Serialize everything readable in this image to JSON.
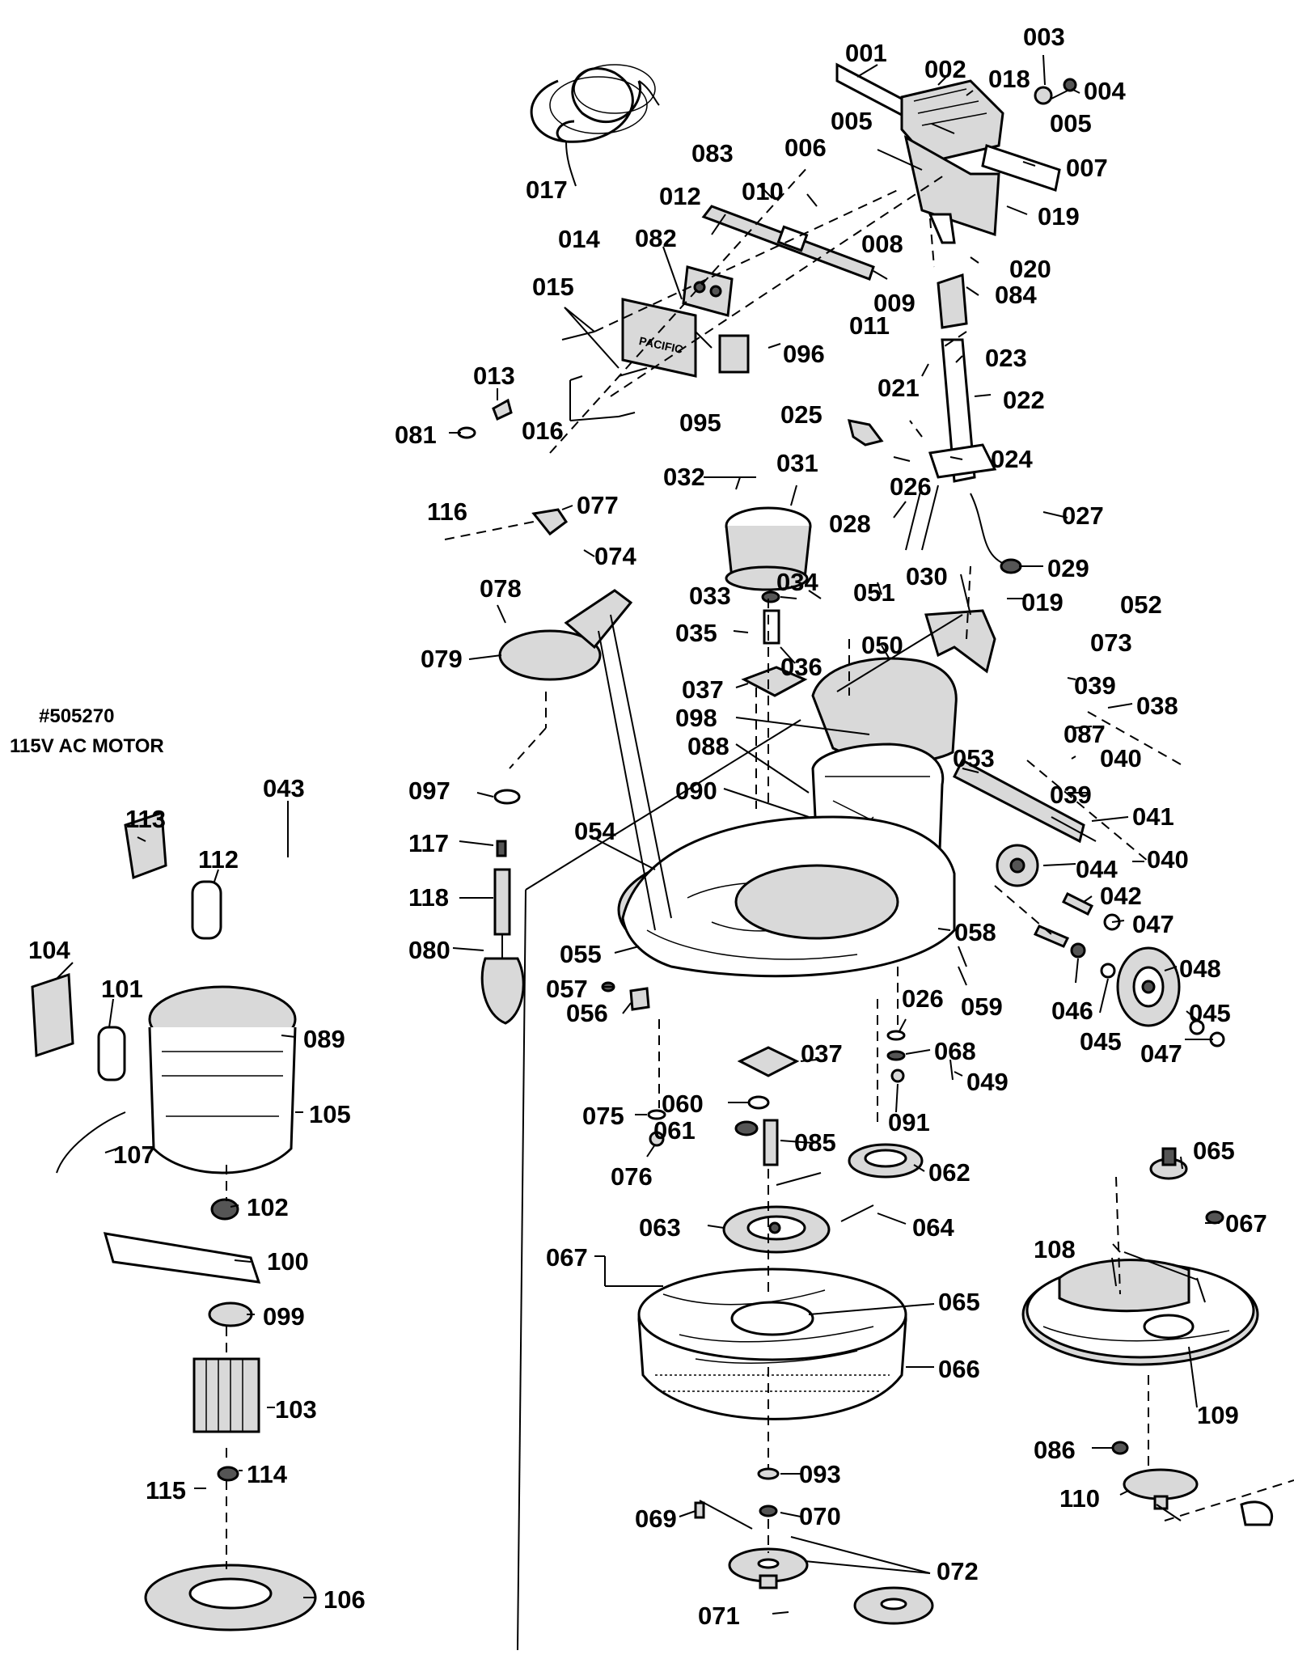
{
  "motor_title": {
    "part_number": "#505270",
    "description": "115V AC MOTOR"
  },
  "labels": {
    "l001": "001",
    "l002": "002",
    "l003": "003",
    "l004": "004",
    "l005a": "005",
    "l005b": "005",
    "l006": "006",
    "l007": "007",
    "l008": "008",
    "l009": "009",
    "l010": "010",
    "l011": "011",
    "l012": "012",
    "l013": "013",
    "l014": "014",
    "l015": "015",
    "l016": "016",
    "l017": "017",
    "l018": "018",
    "l019a": "019",
    "l019b": "019",
    "l020": "020",
    "l021": "021",
    "l022": "022",
    "l023": "023",
    "l024": "024",
    "l025": "025",
    "l026a": "026",
    "l026b": "026",
    "l027": "027",
    "l028": "028",
    "l029": "029",
    "l030": "030",
    "l031": "031",
    "l032": "032",
    "l033": "033",
    "l034": "034",
    "l035": "035",
    "l036": "036",
    "l037a": "037",
    "l037b": "037",
    "l038": "038",
    "l039a": "039",
    "l039b": "039",
    "l040a": "040",
    "l040b": "040",
    "l041": "041",
    "l042": "042",
    "l043": "043",
    "l044": "044",
    "l045a": "045",
    "l045b": "045",
    "l046": "046",
    "l047a": "047",
    "l047b": "047",
    "l048": "048",
    "l049": "049",
    "l050": "050",
    "l051": "051",
    "l052": "052",
    "l053": "053",
    "l054": "054",
    "l055": "055",
    "l056": "056",
    "l057": "057",
    "l058": "058",
    "l059": "059",
    "l060": "060",
    "l061": "061",
    "l062": "062",
    "l063": "063",
    "l064": "064",
    "l065a": "065",
    "l065b": "065",
    "l066": "066",
    "l067a": "067",
    "l067b": "067",
    "l068": "068",
    "l069": "069",
    "l070": "070",
    "l071": "071",
    "l072": "072",
    "l073": "073",
    "l074": "074",
    "l075": "075",
    "l076": "076",
    "l077": "077",
    "l078": "078",
    "l079": "079",
    "l080": "080",
    "l081": "081",
    "l082": "082",
    "l083": "083",
    "l084": "084",
    "l085": "085",
    "l086": "086",
    "l087": "087",
    "l088": "088",
    "l089": "089",
    "l090": "090",
    "l091": "091",
    "l093": "093",
    "l095": "095",
    "l096": "096",
    "l097": "097",
    "l098": "098",
    "l099": "099",
    "l100": "100",
    "l101": "101",
    "l102": "102",
    "l103": "103",
    "l104": "104",
    "l105": "105",
    "l106": "106",
    "l107": "107",
    "l108": "108",
    "l109": "109",
    "l110": "110",
    "l112": "112",
    "l113": "113",
    "l114": "114",
    "l115": "115",
    "l116": "116",
    "l117": "117",
    "l118": "118"
  },
  "switch_plate_text": "PACIFIC"
}
